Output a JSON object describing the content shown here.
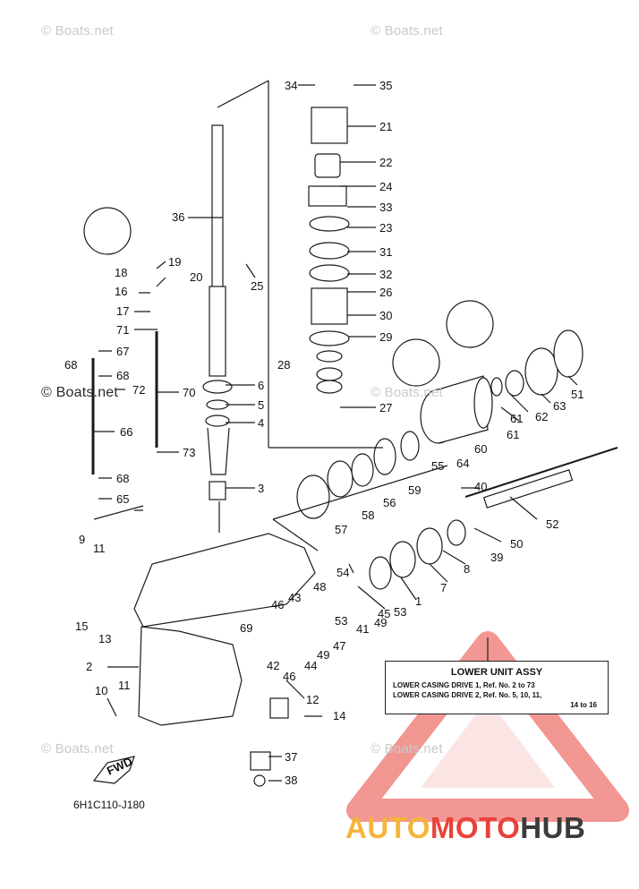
{
  "watermarks": [
    "© Boats.net",
    "© Boats.net",
    "© Boats.net",
    "© Boats.net",
    "© Boats.net",
    "© Boats.net"
  ],
  "part_labels": [
    "34",
    "35",
    "21",
    "22",
    "24",
    "33",
    "23",
    "31",
    "32",
    "26",
    "30",
    "29",
    "28",
    "27",
    "36",
    "25",
    "19",
    "20",
    "18",
    "16",
    "17",
    "71",
    "67",
    "68",
    "68",
    "72",
    "70",
    "66",
    "68",
    "65",
    "73",
    "6",
    "5",
    "4",
    "3",
    "9",
    "11",
    "15",
    "13",
    "2",
    "10",
    "11",
    "12",
    "14",
    "37",
    "38",
    "46",
    "43",
    "69",
    "42",
    "44",
    "46",
    "49",
    "53",
    "47",
    "41",
    "49",
    "45",
    "53",
    "48",
    "54",
    "57",
    "58",
    "56",
    "59",
    "55",
    "64",
    "60",
    "61",
    "61",
    "62",
    "63",
    "51",
    "40",
    "52",
    "50",
    "39",
    "8",
    "7",
    "1"
  ],
  "info_box": {
    "title": "LOWER UNIT ASSY",
    "line1": "LOWER CASING DRIVE 1,  Ref. No. 2 to 73",
    "line2": "LOWER CASING DRIVE 2,  Ref. No. 5, 10, 11,",
    "line3": "14 to 16"
  },
  "fwd_label": "FWD",
  "diagram_code": "6H1C110-J180",
  "brand": {
    "part1": "AUTO",
    "part2": "MOTO",
    "part3": "HUB"
  },
  "colors": {
    "brand_yellow": "#f5b43a",
    "brand_red": "#e8423a",
    "brand_dark": "#3b3b3b"
  }
}
